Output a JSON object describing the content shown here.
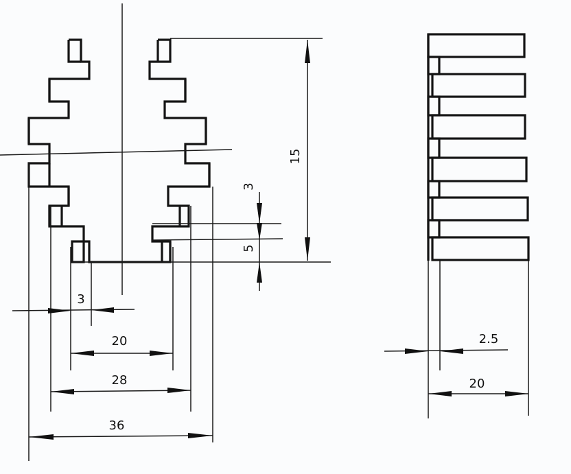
{
  "diagram": {
    "front_view": {
      "dimensions": {
        "height_total": "15",
        "step_height_upper": "3",
        "step_height_lower": "5",
        "wall_thickness": "3",
        "width_inner": "20",
        "width_middle": "28",
        "width_outer": "36"
      }
    },
    "side_view": {
      "dimensions": {
        "fin_gap": "2.5",
        "depth": "20"
      }
    },
    "colors": {
      "line": "#141414",
      "paper": "#fbfcfd"
    }
  }
}
